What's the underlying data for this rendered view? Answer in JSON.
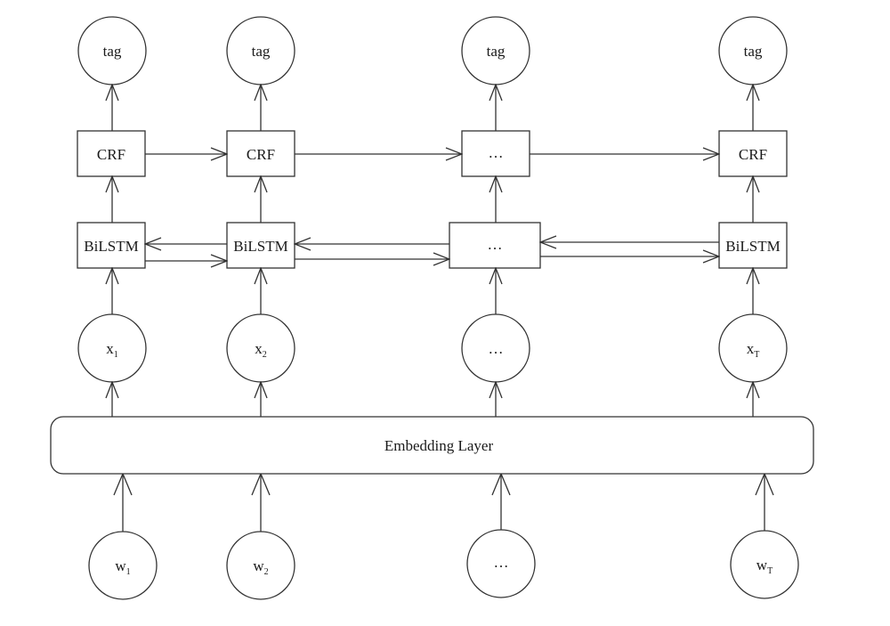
{
  "diagram": {
    "tags": [
      "tag",
      "tag",
      "tag",
      "tag"
    ],
    "crf": [
      "CRF",
      "CRF",
      "…",
      "CRF"
    ],
    "bilstm": [
      "BiLSTM",
      "BiLSTM",
      "…",
      "BiLSTM"
    ],
    "x_inputs": [
      {
        "base": "x",
        "sub": "1"
      },
      {
        "base": "x",
        "sub": "2"
      },
      {
        "base": "…",
        "sub": ""
      },
      {
        "base": "x",
        "sub": "T"
      }
    ],
    "embedding_label": "Embedding Layer",
    "words": [
      {
        "base": "w",
        "sub": "1"
      },
      {
        "base": "w",
        "sub": "2"
      },
      {
        "base": "…",
        "sub": ""
      },
      {
        "base": "w",
        "sub": "T"
      }
    ]
  }
}
